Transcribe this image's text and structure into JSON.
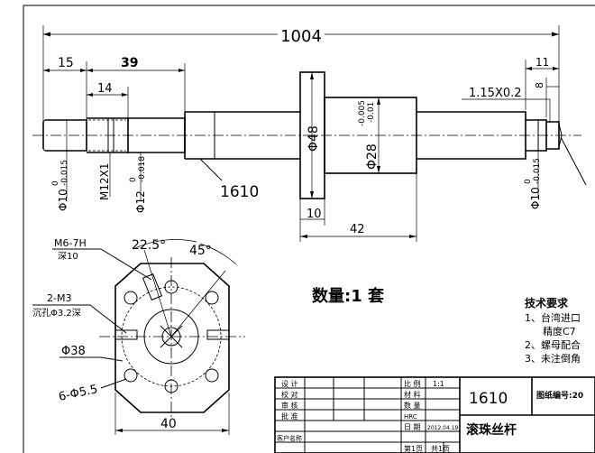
{
  "dims": {
    "total_length": "1004",
    "left_end": "15",
    "left_section": "39",
    "thread_len": "14",
    "right_end": "11",
    "right_step": "8",
    "groove": "1.15X0.2",
    "flange_dia": "Φ48",
    "nut_dia": "Φ28",
    "nut_tol_top": "-0.005",
    "nut_tol_bot": "-0.01",
    "left_dia": "Φ10",
    "left_tol_top": "0",
    "left_tol_bot": "-0.015",
    "thread": "M12X1",
    "step_dia": "Φ12",
    "step_tol_top": "0",
    "step_tol_bot": "-0.018",
    "screw_model": "1610",
    "right_dia": "Φ10",
    "right_tol_top": "0",
    "right_tol_bot": "-0.015",
    "flange_width": "10",
    "nut_length": "42"
  },
  "end_view": {
    "thread_hole": "M6-7H",
    "thread_depth": "深10",
    "angle_small": "22.5°",
    "angle_large": "45°",
    "holes_label": "2-M3",
    "countersink": "沉孔Φ3.2深",
    "pcd": "Φ38",
    "bolt_holes": "6-Φ5.5",
    "width": "40"
  },
  "quantity": "数量:1 套",
  "tech": {
    "title": "技术要求",
    "items": [
      "1、台湾进口",
      "精度C7",
      "2、螺母配合",
      "3、未注倒角"
    ]
  },
  "title_block": {
    "roles": [
      "设 计",
      "校 对",
      "审 核",
      "批 准",
      "客户名称"
    ],
    "scale_label": "比 例",
    "scale_value": "1:1",
    "material_label": "材 料",
    "qty_label": "数 量",
    "hrc": "HRC",
    "date_label": "日 期",
    "date_value": "2012.04.19",
    "page_label": "第1页",
    "total_pages": "共1页",
    "part_no": "1610",
    "part_name": "滚珠丝杆",
    "drawing_no_label": "图纸编号:20"
  }
}
